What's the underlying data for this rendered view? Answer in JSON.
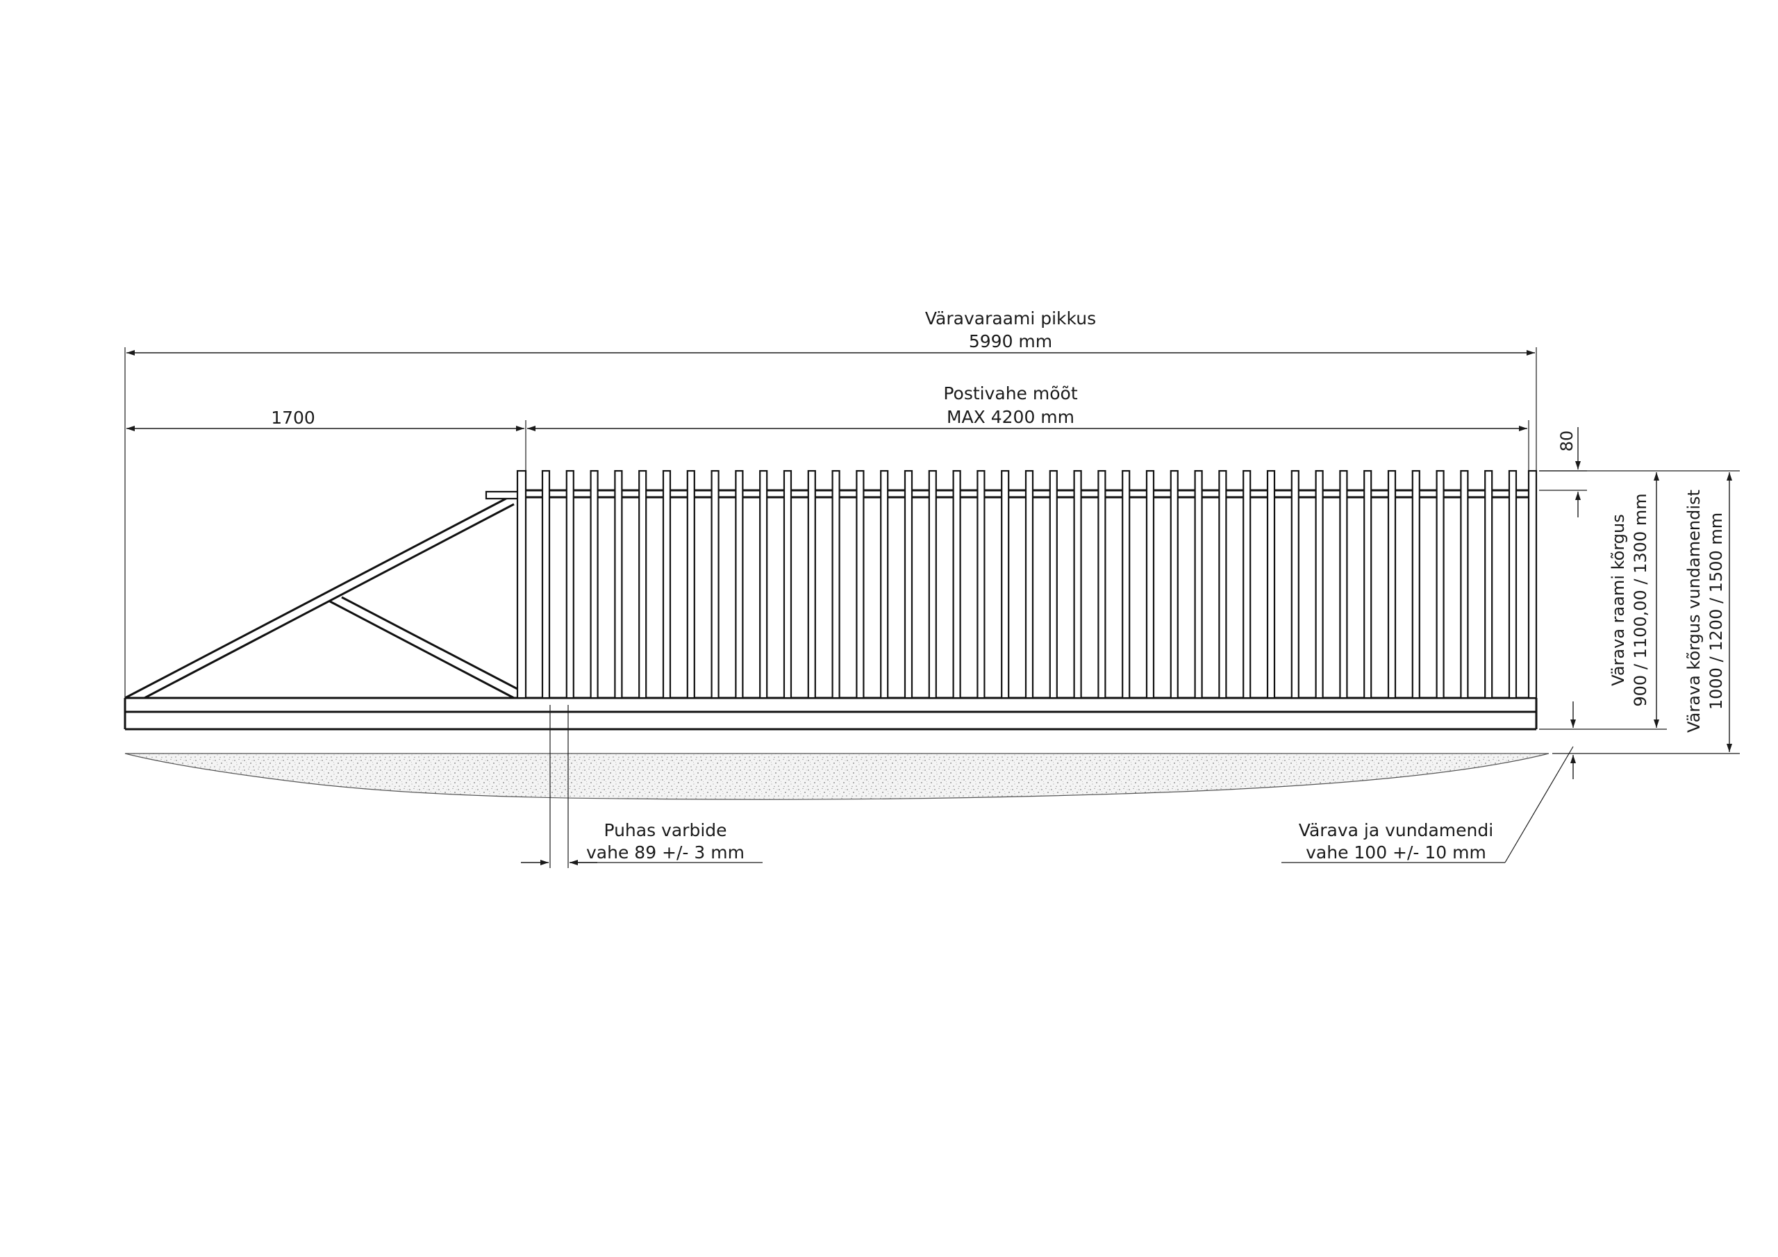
{
  "dimensions": {
    "frame_length_title": "Väravaraami pikkus",
    "frame_length_value": "5990 mm",
    "counterweight_value": "1700",
    "post_gap_title": "Postivahe mõõt",
    "post_gap_value": "MAX 4200 mm",
    "spike_value": "80",
    "frame_height_title": "Värava raami kõrgus",
    "frame_height_value": "900 / 1100,00 / 1300 mm",
    "total_height_title": "Värava kõrgus vundamendist",
    "total_height_value": "1000 / 1200 / 1500 mm",
    "bar_gap_title": "Puhas varbide",
    "bar_gap_value": "vahe 89 +/- 3 mm",
    "ground_gap_title": "Värava ja vundamendi",
    "ground_gap_value": "vahe 100 +/- 10 mm"
  },
  "colors": {
    "line": "#111111",
    "ground": "#9a9a9a"
  }
}
